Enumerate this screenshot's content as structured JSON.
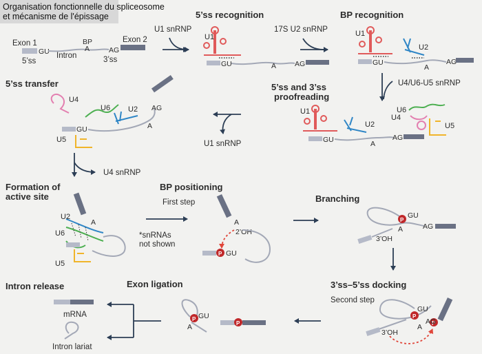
{
  "header": {
    "line1": "Organisation fonctionnelle du spliceosome",
    "line2": "et mécanisme de l'épissage"
  },
  "labels": {
    "exon1": "Exon 1",
    "exon2": "Exon 2",
    "gu": "GU",
    "ag": "AG",
    "a": "A",
    "bp": "BP",
    "intron": "Intron",
    "ss5": "5’ss",
    "ss3": "3’ss",
    "u1": "U1",
    "u2": "U2",
    "u4": "U4",
    "u5": "U5",
    "u6": "U6",
    "p": "P",
    "oh2": "2’OH",
    "oh3": "3’OH"
  },
  "steps": {
    "recog5": "5’ss recognition",
    "bprecog": "BP recognition",
    "transfer": "5’ss transfer",
    "proof1": "5’ss and 3’ss",
    "proof2": "proofreading",
    "formation1": "Formation of",
    "formation2": "active site",
    "bppos": "BP positioning",
    "firststep": "First step",
    "branching": "Branching",
    "docking": "3’ss–5’ss docking",
    "secondstep": "Second step",
    "ligation": "Exon ligation",
    "release": "Intron release",
    "mrna": "mRNA",
    "lariat": "Intron lariat"
  },
  "arrows": {
    "u1snrnp": "U1 snRNP",
    "u2snrnp": "17S U2 snRNP",
    "u456": "U4/U6-U5 snRNP",
    "u1out": "U1 snRNP",
    "u4out": "U4 snRNP",
    "note1": "*snRNAs",
    "note2": "not shown"
  },
  "colors": {
    "u1": "#e05a5a",
    "u2": "#2f86c6",
    "u4": "#e37fb0",
    "u5": "#f0b429",
    "u6": "#4caf50",
    "exon_dark": "#6a7184",
    "exon_light": "#b5bac8",
    "intron": "#a3a8b6",
    "phosphate": "#c0282a",
    "arrow": "#2c3e55"
  }
}
